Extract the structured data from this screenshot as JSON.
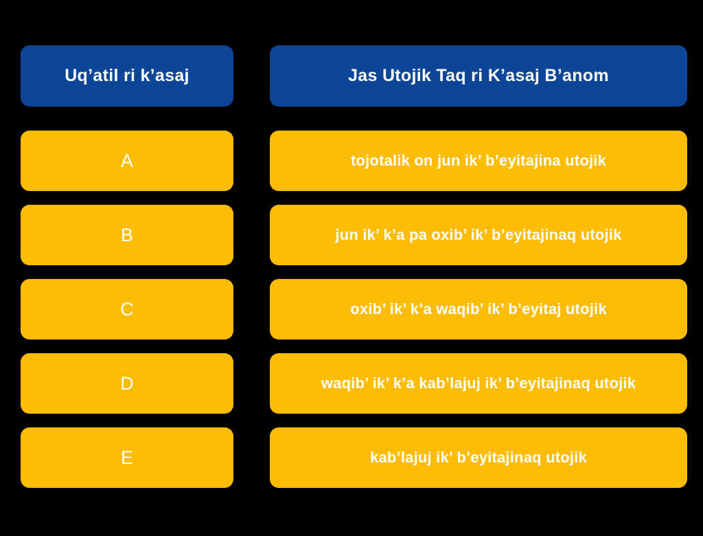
{
  "page": {
    "background": "#000000"
  },
  "colors": {
    "header_bg": "#0D4696",
    "option_bg": "#FFBC05",
    "header_text": "#FFFFFF",
    "option_text": "#FFFFFF"
  },
  "table": {
    "left_header": "Uq’atil ri k’asaj",
    "right_header": "Jas Utojik Taq ri K’asaj B’anom",
    "rows": [
      {
        "label": "A",
        "description": "tojotalik on jun ik’ b’eyitajina utojik"
      },
      {
        "label": "B",
        "description": "jun ik’ k’a pa oxib’ ik’ b’eyitajinaq utojik"
      },
      {
        "label": "C",
        "description": "oxib’ ik’ k’a waqib’ ik’ b’eyitaj utojik"
      },
      {
        "label": "D",
        "description": "waqib’ ik’ k’a kab’lajuj ik’ b’eyitajinaq utojik"
      },
      {
        "label": "E",
        "description": "kab’lajuj ik’ b’eyitajinaq utojik"
      }
    ]
  }
}
